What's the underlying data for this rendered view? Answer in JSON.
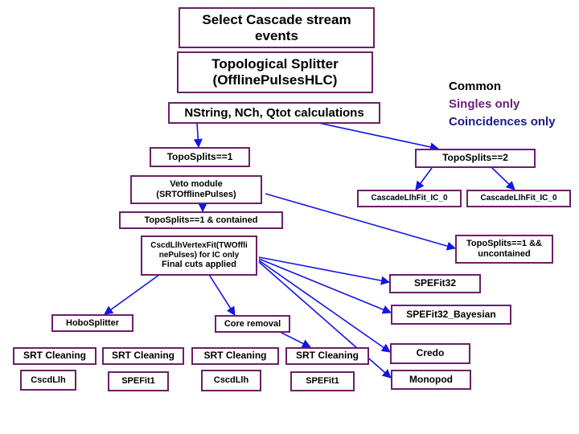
{
  "colors": {
    "box_border": "#6b1f6b",
    "arrow": "#1414e6",
    "legend_common": "#000000",
    "legend_singles": "#6b1f7b",
    "legend_coincidences": "#1a1a8c"
  },
  "legend": {
    "common": "Common",
    "singles": "Singles only",
    "coincidences": "Coincidences only"
  },
  "nodes": {
    "select": [
      "Select Cascade stream",
      "events"
    ],
    "topo_splitter": [
      "Topological Splitter",
      "(OfflinePulsesHLC)"
    ],
    "nstring": "NString, NCh, Qtot calculations",
    "topo1": "TopoSplits==1",
    "topo2": "TopoSplits==2",
    "cascade_left": "CascadeLlhFit_IC_0",
    "cascade_right": "CascadeLlhFit_IC_0",
    "veto": [
      "Veto module",
      "(SRTOfflinePulses)"
    ],
    "topo1_contained": "TopoSplits==1 & contained",
    "topo1_uncontained": [
      "TopoSplits==1 &&",
      "uncontained"
    ],
    "cscd_vertex": [
      "CscdLlhVertexFit(TWOffli",
      "nePulses) for IC only",
      "Final cuts applied"
    ],
    "spefit32": "SPEFit32",
    "spefit32_bayes": "SPEFit32_Bayesian",
    "credo": "Credo",
    "monopod": "Monopod",
    "hobo": "HoboSplitter",
    "core": "Core removal",
    "srt1": "SRT Cleaning",
    "srt2": "SRT Cleaning",
    "srt3": "SRT Cleaning",
    "srt4": "SRT Cleaning",
    "cscdllh1": "CscdLlh",
    "spefit1_a": "SPEFit1",
    "cscdllh2": "CscdLlh",
    "spefit1_b": "SPEFit1"
  },
  "edges": [
    [
      "nstring",
      "topo1"
    ],
    [
      "nstring",
      "topo2"
    ],
    [
      "topo2",
      "cascade_left"
    ],
    [
      "topo2",
      "cascade_right"
    ],
    [
      "veto",
      "topo1_contained"
    ],
    [
      "veto",
      "topo1_uncontained"
    ],
    [
      "cscd_vertex",
      "spefit32"
    ],
    [
      "cscd_vertex",
      "spefit32_bayes"
    ],
    [
      "cscd_vertex",
      "credo"
    ],
    [
      "cscd_vertex",
      "monopod"
    ],
    [
      "cscd_vertex",
      "hobo"
    ],
    [
      "cscd_vertex",
      "core"
    ],
    [
      "core",
      "srt4"
    ]
  ]
}
